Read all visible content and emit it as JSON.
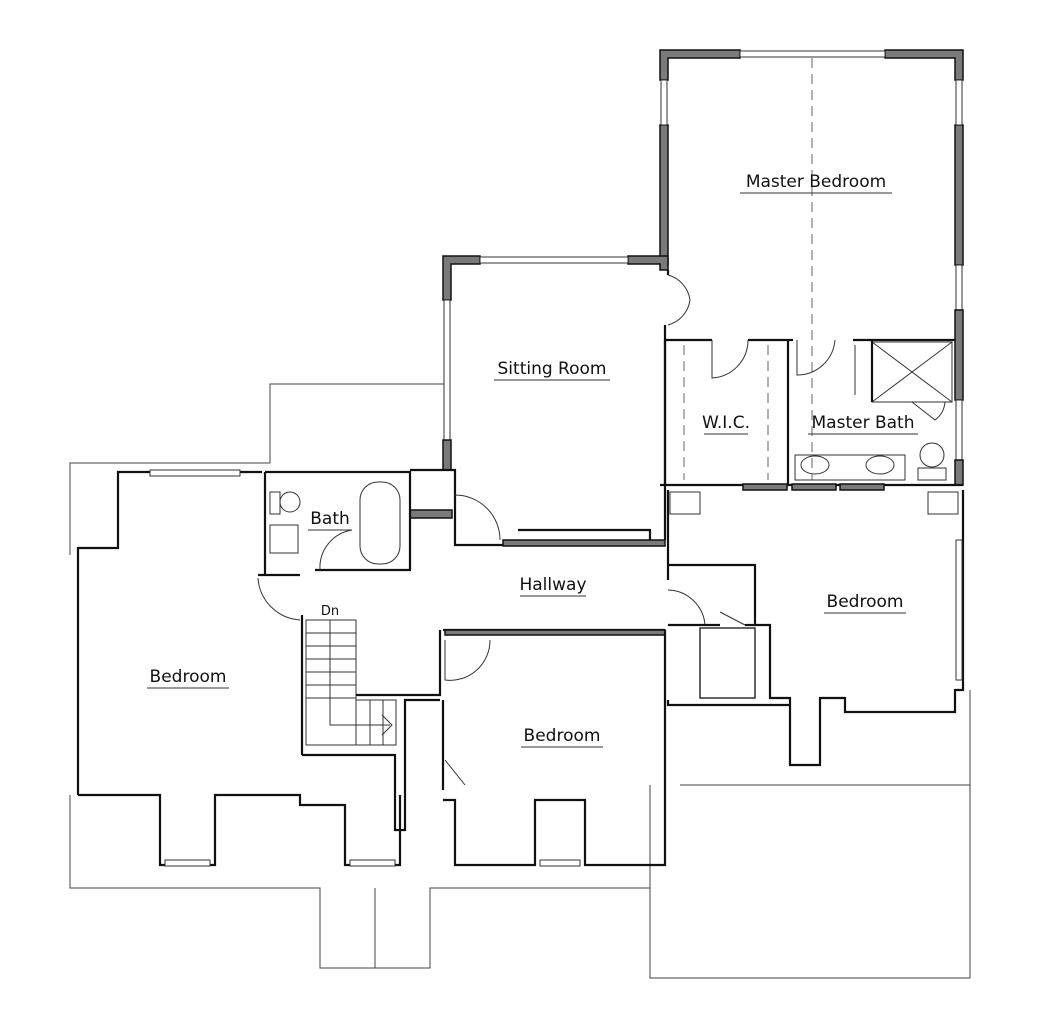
{
  "plan": {
    "type": "floor-plan",
    "rooms": [
      {
        "id": "master-bedroom",
        "label": "Master Bedroom"
      },
      {
        "id": "sitting-room",
        "label": "Sitting Room"
      },
      {
        "id": "wic",
        "label": "W.I.C."
      },
      {
        "id": "master-bath",
        "label": "Master Bath"
      },
      {
        "id": "bath",
        "label": "Bath"
      },
      {
        "id": "hallway",
        "label": "Hallway"
      },
      {
        "id": "bedroom-west",
        "label": "Bedroom"
      },
      {
        "id": "bedroom-south",
        "label": "Bedroom"
      },
      {
        "id": "bedroom-east",
        "label": "Bedroom"
      }
    ],
    "stairs": {
      "label": "Dn"
    },
    "colors": {
      "wall": "#111111",
      "exterior_wall_fill": "#7a7a7a",
      "background": "#ffffff"
    }
  }
}
